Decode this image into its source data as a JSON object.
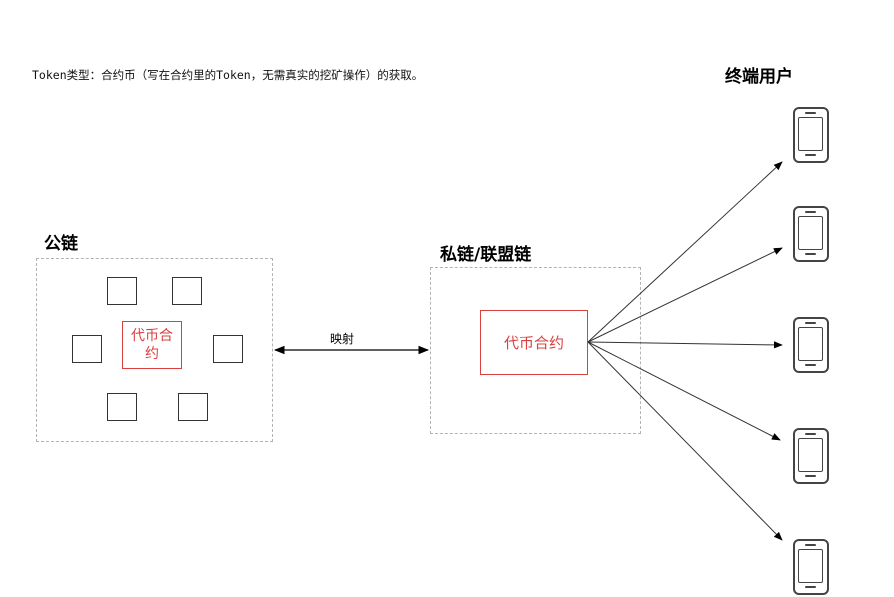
{
  "caption": "Token类型：合约币（写在合约里的Token，无需真实的挖矿操作）的获取。",
  "public_chain": {
    "title": "公链",
    "contract_label": "代币合约",
    "node_count": 6
  },
  "mapping": {
    "label": "映射",
    "bidirectional": true
  },
  "private_chain": {
    "title": "私链/联盟链",
    "contract_label": "代币合约"
  },
  "end_users": {
    "title": "终端用户",
    "devices": [
      "mobile-phone-icon",
      "mobile-phone-icon",
      "mobile-phone-icon",
      "mobile-phone-icon",
      "mobile-phone-icon"
    ]
  },
  "colors": {
    "contract": "#d94141",
    "panel_border": "#b3b3b3",
    "line": "#333333"
  }
}
